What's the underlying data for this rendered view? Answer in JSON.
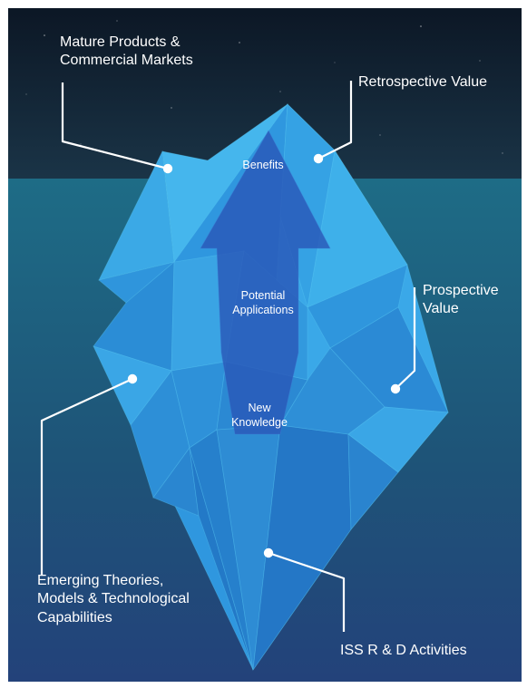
{
  "labels": {
    "mature_products": [
      "Mature Products &",
      "Commercial Markets"
    ],
    "retrospective_value": [
      "Retrospective Value"
    ],
    "prospective_value": [
      "Prospective",
      "Value"
    ],
    "emerging_theories": [
      "Emerging Theories,",
      "Models & Technological",
      "Capabilities"
    ],
    "iss_rd": [
      "ISS R & D Activities"
    ]
  },
  "inner": {
    "benefits": [
      "Benefits"
    ],
    "potential_applications": [
      "Potential",
      "Applications"
    ],
    "new_knowledge": [
      "New",
      "Knowledge"
    ]
  },
  "colors": {
    "sky_top": "#0d1a28",
    "sky_bottom": "#1a3346",
    "water_top": "#1d6a85",
    "water_bottom": "#1d3d6e",
    "ice_light": "#3fb2ea",
    "ice_mid": "#2a8fd6",
    "ice_dark": "#1a5cb0",
    "arrow": "#2a5ab8",
    "callout": "#ffffff"
  }
}
